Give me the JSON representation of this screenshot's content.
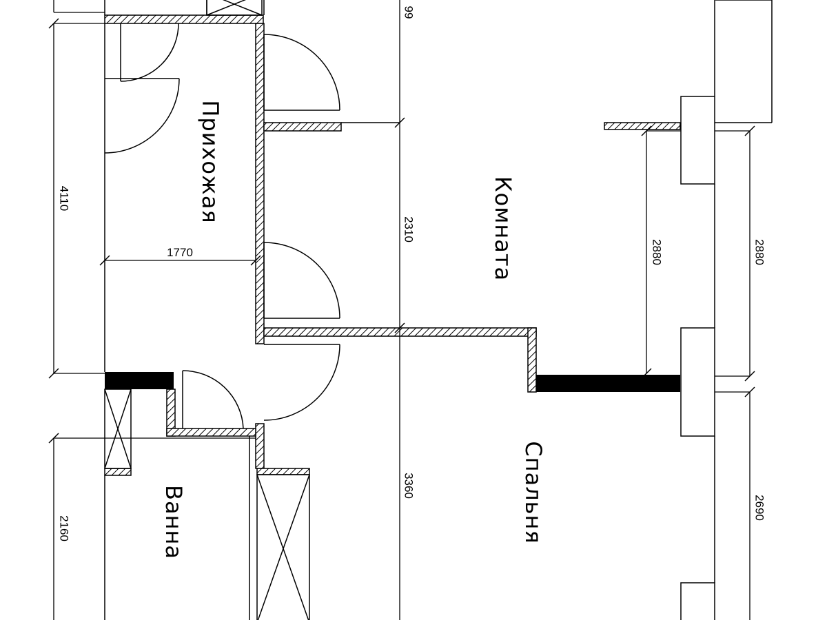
{
  "rooms": {
    "hallway": "Прихожая",
    "living": "Комната",
    "bathroom": "Ванна",
    "bedroom": "Спальня"
  },
  "dimensions": {
    "top_left": "99",
    "hallway_height": "4110",
    "hallway_width": "1770",
    "corridor_segment": "2310",
    "window_segment_inner": "2880",
    "window_segment_outer": "2880",
    "bathroom_height": "2160",
    "bedroom_segment_inner": "3360",
    "bedroom_segment_outer": "2690"
  },
  "colors": {
    "line": "#000000",
    "background": "#ffffff"
  }
}
